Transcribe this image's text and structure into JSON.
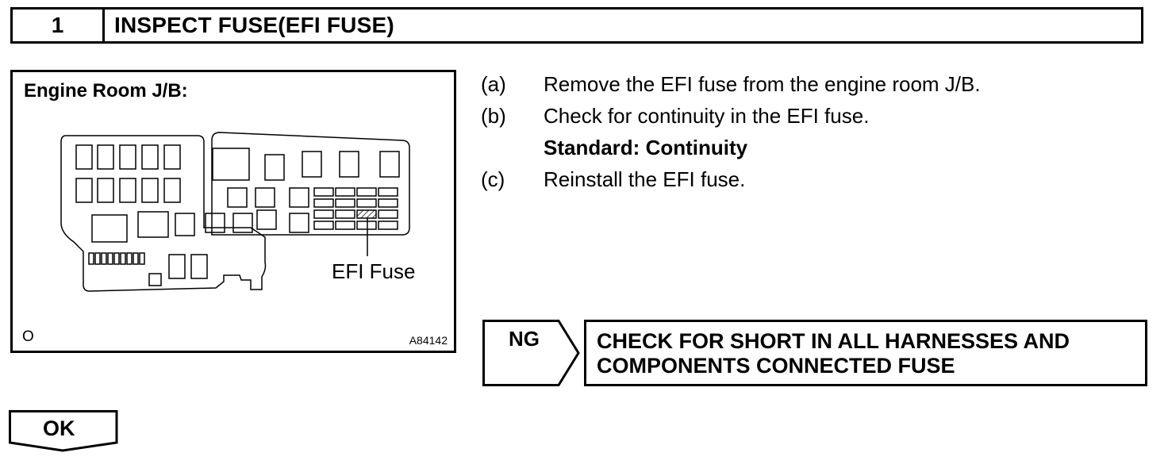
{
  "header": {
    "step_number": "1",
    "title": "INSPECT FUSE(EFI FUSE)"
  },
  "figure": {
    "title": "Engine Room J/B:",
    "callout_label": "EFI Fuse",
    "corner_mark": "O",
    "figure_code": "A84142"
  },
  "steps": [
    {
      "mark": "(a)",
      "text": "Remove the EFI fuse from the engine room J/B."
    },
    {
      "mark": "(b)",
      "text": "Check  for continuity in the EFI fuse."
    },
    {
      "mark": "",
      "text": "Standard: Continuity"
    },
    {
      "mark": "(c)",
      "text": "Reinstall the EFI fuse."
    }
  ],
  "ng": {
    "label": "NG",
    "action_line1": "CHECK FOR SHORT IN ALL HARNESSES AND",
    "action_line2": "COMPONENTS CONNECTED FUSE"
  },
  "ok": {
    "label": "OK"
  }
}
